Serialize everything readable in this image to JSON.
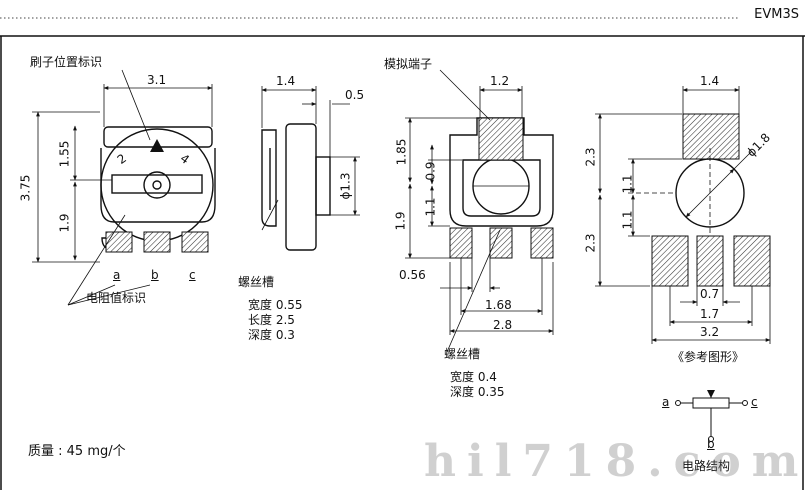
{
  "header": {
    "series": "EVM3S"
  },
  "view1": {
    "wiper_label": "刷子位置标识",
    "resistance_label": "电阻值标识",
    "dim_width": "3.1",
    "dim_height": "3.75",
    "dim_upper": "1.55",
    "dim_lower": "1.9",
    "marks": [
      "2",
      "4"
    ],
    "pins": [
      "a",
      "b",
      "c"
    ]
  },
  "view2": {
    "dim_width": "1.4",
    "dim_step": "0.5",
    "dim_shaft": "ϕ1.3",
    "slot_title": "螺丝槽",
    "slot_specs": [
      "宽度 0.55",
      "长度 2.5",
      "深度 0.3"
    ]
  },
  "view3": {
    "terminal_label": "模拟端子",
    "dim_top": "1.2",
    "dim_upper": "1.85",
    "dim_mid": "0.9",
    "dim_lower_a": "1.1",
    "dim_lower_b": "1.9",
    "dim_pin": "0.56",
    "dim_pitch": "1.68",
    "dim_total": "2.8",
    "slot_title": "螺丝槽",
    "slot_specs": [
      "宽度 0.4",
      "深度 0.35"
    ]
  },
  "view4": {
    "dim_top": "1.4",
    "dim_dia": "ϕ1.8",
    "dim_upper": "2.3",
    "dim_mid_a": "1.1",
    "dim_mid_b": "1.1",
    "dim_lower": "2.3",
    "dim_pad": "0.7",
    "dim_pitch": "1.7",
    "dim_total": "3.2",
    "caption": "《参考图形》"
  },
  "circuit": {
    "a": "a",
    "b": "b",
    "c": "c",
    "caption": "电路结构"
  },
  "footer": {
    "mass": "质量 : 45 mg/个",
    "watermark": "hil718.com"
  }
}
